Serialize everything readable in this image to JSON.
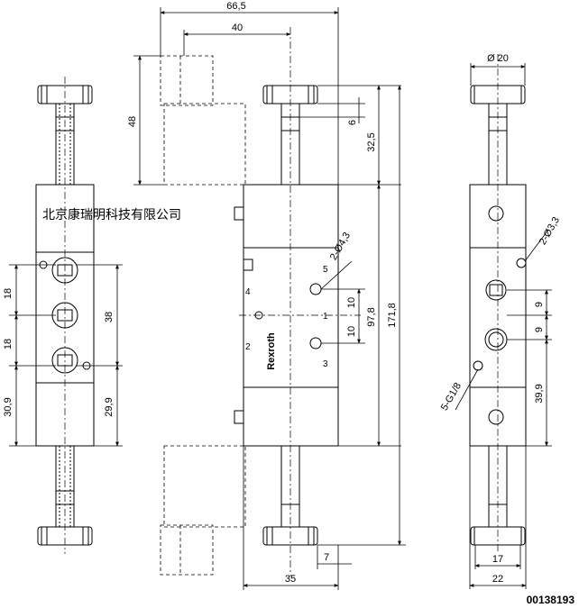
{
  "watermark": "北京康瑞明科技有限公司",
  "brand": "Rexroth",
  "drawing_number": "00138193",
  "dimensions": {
    "overall_width": "66,5",
    "spool_offset": "40",
    "stroke_top": "48",
    "knob_gap": "6",
    "knob_height": "32,5",
    "body_length": "97,8",
    "overall_length": "171,8",
    "port_pitch_left_a": "18",
    "port_pitch_left_b": "18",
    "port_pitch_right": "38",
    "left_lower_a": "30,9",
    "left_lower_b": "29,9",
    "port_spacing_a": "10",
    "port_spacing_b": "10",
    "mount_holes_side": "2-Ø4,3",
    "mount_holes_right": "2-Ø3,3",
    "base_width": "35",
    "knob_offset": "7",
    "knob_diameter": "Ø 20",
    "right_a": "9",
    "right_b": "9",
    "right_lower": "39,9",
    "thread": "5-G1/8",
    "right_inner_width": "17",
    "right_width": "22"
  },
  "port_labels": [
    "5",
    "4",
    "1",
    "2",
    "3"
  ]
}
